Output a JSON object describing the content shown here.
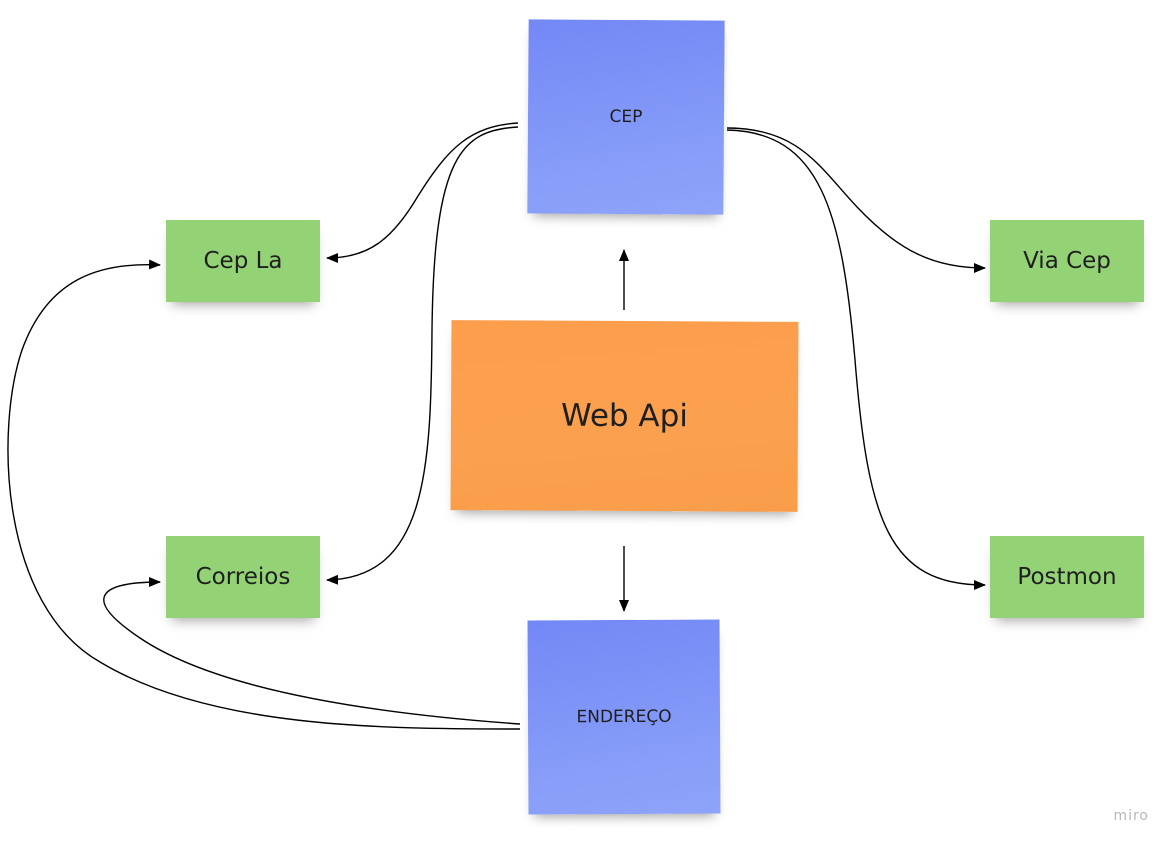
{
  "nodes": {
    "cep": "CEP",
    "endereco": "ENDEREÇO",
    "web_api": "Web Api",
    "cep_la": "Cep La",
    "correios": "Correios",
    "via_cep": "Via Cep",
    "postmon": "Postmon"
  },
  "edges": [
    {
      "from": "web_api",
      "to": "cep"
    },
    {
      "from": "web_api",
      "to": "endereco"
    },
    {
      "from": "cep",
      "to": "cep_la"
    },
    {
      "from": "cep",
      "to": "correios"
    },
    {
      "from": "cep",
      "to": "via_cep"
    },
    {
      "from": "cep",
      "to": "postmon"
    },
    {
      "from": "endereco",
      "to": "cep_la"
    },
    {
      "from": "endereco",
      "to": "correios"
    }
  ],
  "colors": {
    "service_note": "#93d275",
    "entity_note": "#7f94f7",
    "api_note": "#fc9f4d"
  },
  "watermark": "miro"
}
